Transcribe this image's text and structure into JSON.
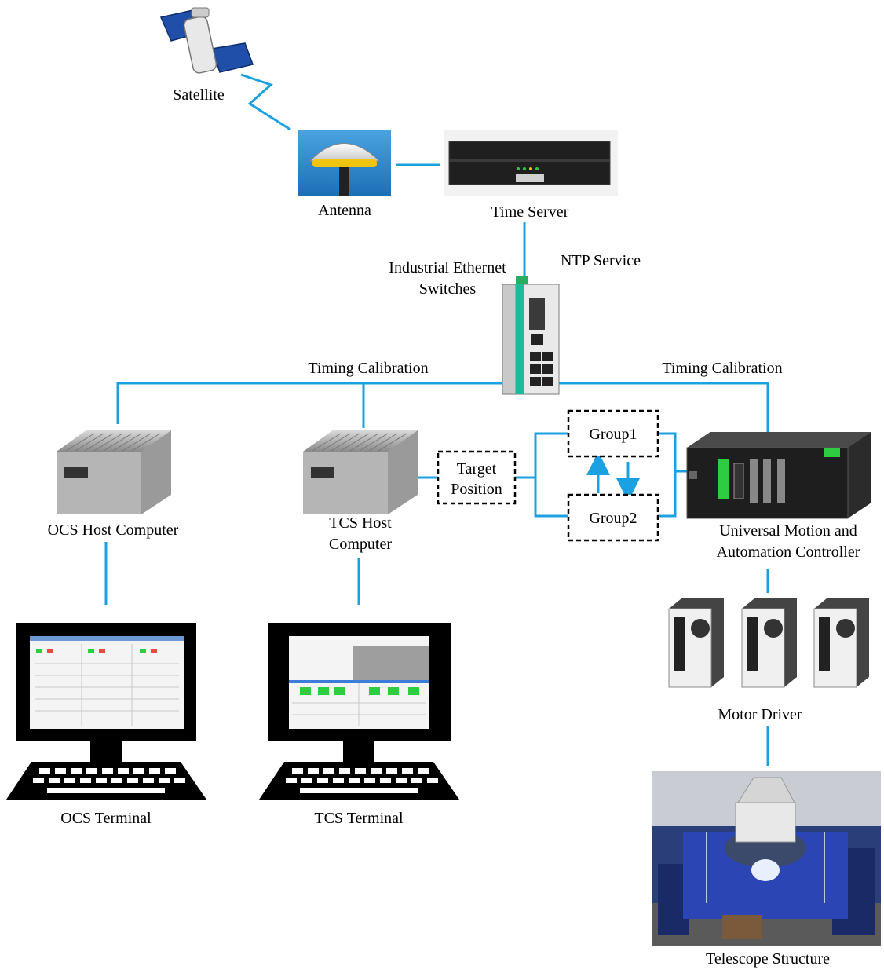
{
  "labels": {
    "satellite": "Satellite",
    "antenna": "Antenna",
    "time_server": "Time Server",
    "switch_line1": "Industrial Ethernet",
    "switch_line2": "Switches",
    "ntp": "NTP Service",
    "timing_left": "Timing Calibration",
    "timing_right": "Timing Calibration",
    "ocs_host": "OCS Host Computer",
    "tcs_host_line1": "TCS Host",
    "tcs_host_line2": "Computer",
    "target_line1": "Target",
    "target_line2": "Position",
    "group1": "Group1",
    "group2": "Group2",
    "umac_line1": "Universal Motion and",
    "umac_line2": "Automation Controller",
    "motor_driver": "Motor Driver",
    "ocs_terminal": "OCS Terminal",
    "tcs_terminal": "TCS Terminal",
    "telescope": "Telescope Structure"
  },
  "colors": {
    "wire": "#1ba1e2",
    "box_border": "#000000"
  },
  "icons": {
    "satellite": "satellite-icon",
    "antenna": "antenna-icon",
    "time_server": "server-icon",
    "switch": "ethernet-switch-icon",
    "computer": "industrial-pc-icon",
    "terminal": "terminal-icon",
    "controller": "motion-controller-icon",
    "driver": "motor-driver-icon",
    "telescope": "telescope-photo"
  }
}
